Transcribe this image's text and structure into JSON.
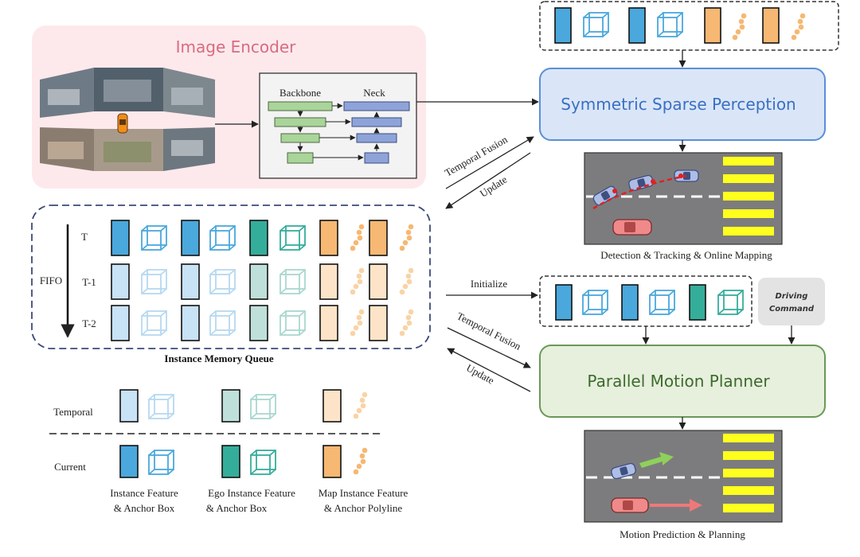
{
  "encoder": {
    "title": "Image Encoder",
    "backbone_label": "Backbone",
    "neck_label": "Neck"
  },
  "perception": {
    "title": "Symmetric Sparse Perception",
    "temporal_fusion_label": "Temporal Fusion",
    "update_label": "Update",
    "scene_caption": "Detection & Tracking & Online Mapping"
  },
  "memory_queue": {
    "caption": "Instance Memory Queue",
    "fifo_label": "FIFO",
    "rows": [
      {
        "label": "T"
      },
      {
        "label": "T-1"
      },
      {
        "label": "T-2"
      }
    ]
  },
  "planner": {
    "title": "Parallel Motion Planner",
    "initialize_label": "Initialize",
    "temporal_fusion_label": "Temporal Fusion",
    "update_label": "Update",
    "driving_command_line1": "Driving",
    "driving_command_line2": "Command",
    "scene_caption": "Motion Prediction & Planning"
  },
  "legend": {
    "temporal_label": "Temporal",
    "current_label": "Current",
    "items": [
      {
        "line1": "Instance Feature",
        "line2": "& Anchor Box"
      },
      {
        "line1": "Ego Instance Feature",
        "line2": "& Anchor Box"
      },
      {
        "line1": "Map Instance Feature",
        "line2": "& Anchor Polyline"
      }
    ]
  },
  "colors": {
    "instance": "#4aa8dc",
    "ego": "#35ad9b",
    "map": "#f6b873",
    "perception_box": "#dae6f8",
    "perception_border": "#5b8fd6",
    "planner_box": "#e6f0dc",
    "planner_border": "#6b9858",
    "encoder_bg": "#fde9ec",
    "encoder_title": "#d96b80",
    "road": "#7c7c7e",
    "crosswalk": "#ffff1e"
  }
}
